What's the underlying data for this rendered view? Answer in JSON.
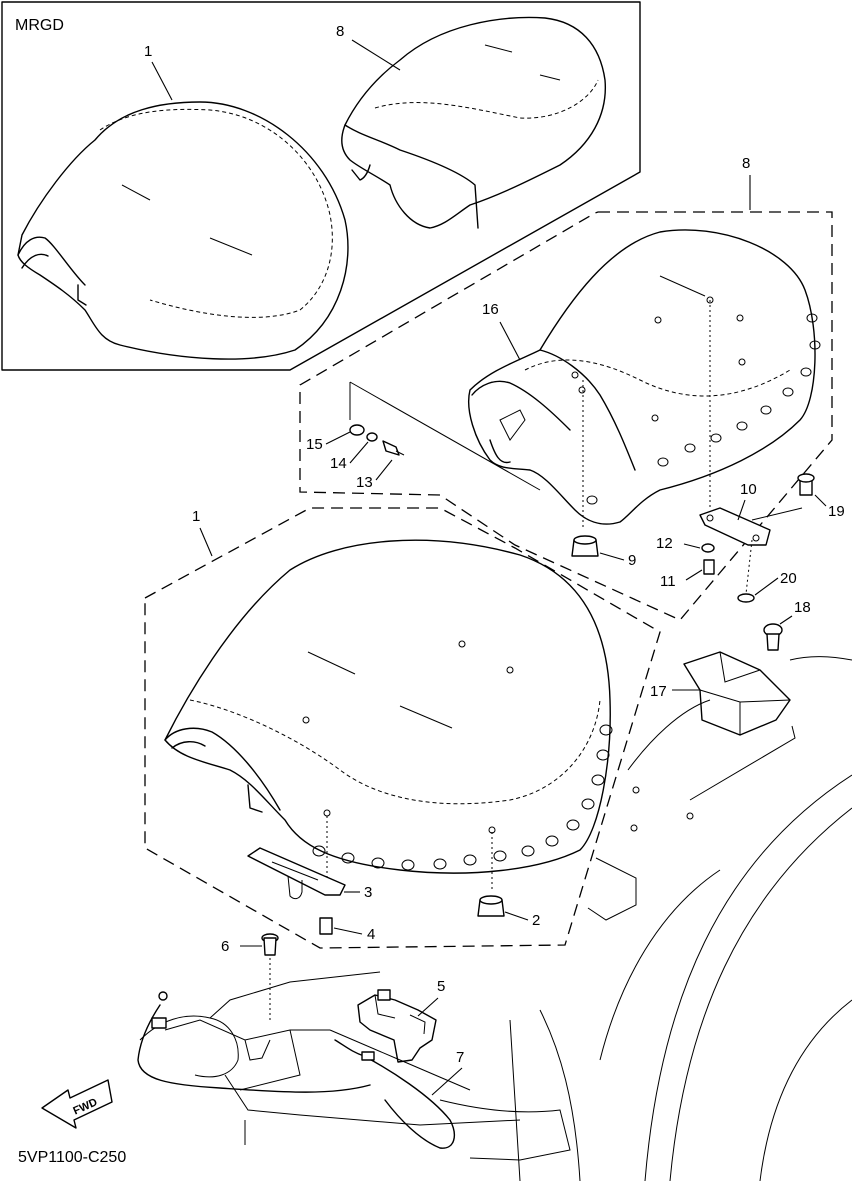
{
  "diagram": {
    "variant_label": "MRGD",
    "code": "5VP1100-C250",
    "fwd_label": "FWD",
    "callouts": {
      "c1_top": "1",
      "c8_top": "8",
      "c8_group": "8",
      "c16": "16",
      "c15": "15",
      "c14": "14",
      "c13": "13",
      "c10": "10",
      "c19": "19",
      "c12": "12",
      "c9": "9",
      "c11": "11",
      "c20": "20",
      "c18": "18",
      "c1_group": "1",
      "c17": "17",
      "c3": "3",
      "c2": "2",
      "c4": "4",
      "c6": "6",
      "c5": "5",
      "c7": "7"
    }
  }
}
